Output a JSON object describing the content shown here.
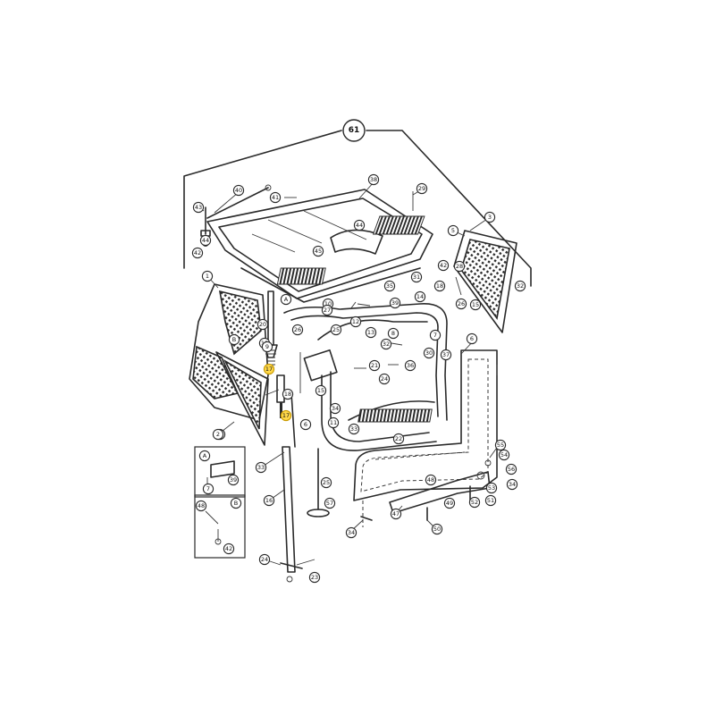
{
  "callouts": [
    {
      "label": "61",
      "size": "big"
    },
    {
      "label": "40"
    },
    {
      "label": "41"
    },
    {
      "label": "43"
    },
    {
      "label": "44"
    },
    {
      "label": "42"
    },
    {
      "label": "38"
    },
    {
      "label": "29"
    },
    {
      "label": "44"
    },
    {
      "label": "45"
    },
    {
      "label": "1"
    },
    {
      "label": "3"
    },
    {
      "label": "5"
    },
    {
      "label": "28"
    },
    {
      "label": "42"
    },
    {
      "label": "2"
    },
    {
      "label": "32"
    },
    {
      "label": "18"
    },
    {
      "label": "31"
    },
    {
      "label": "35"
    },
    {
      "label": "26"
    },
    {
      "label": "A"
    },
    {
      "label": "14"
    },
    {
      "label": "15"
    },
    {
      "label": "39"
    },
    {
      "label": "10"
    },
    {
      "label": "27"
    },
    {
      "label": "20"
    },
    {
      "label": "12"
    },
    {
      "label": "8"
    },
    {
      "label": "26"
    },
    {
      "label": "25"
    },
    {
      "label": "13"
    },
    {
      "label": "7"
    },
    {
      "label": "32"
    },
    {
      "label": "6"
    },
    {
      "label": "B"
    },
    {
      "label": "19"
    },
    {
      "label": "9"
    },
    {
      "label": "30"
    },
    {
      "label": "37"
    },
    {
      "label": "17",
      "highlight": true
    },
    {
      "label": "21"
    },
    {
      "label": "36"
    },
    {
      "label": "24"
    },
    {
      "label": "18"
    },
    {
      "label": "15"
    },
    {
      "label": "34"
    },
    {
      "label": "17",
      "highlight": true
    },
    {
      "label": "6"
    },
    {
      "label": "11"
    },
    {
      "label": "33"
    },
    {
      "label": "22"
    },
    {
      "label": "2"
    },
    {
      "label": "33"
    },
    {
      "label": "55"
    },
    {
      "label": "54"
    },
    {
      "label": "56"
    },
    {
      "label": "34"
    },
    {
      "label": "53"
    },
    {
      "label": "51"
    },
    {
      "label": "52"
    },
    {
      "label": "48"
    },
    {
      "label": "49"
    },
    {
      "label": "47"
    },
    {
      "label": "50"
    },
    {
      "label": "25"
    },
    {
      "label": "57"
    },
    {
      "label": "16"
    },
    {
      "label": "34"
    },
    {
      "label": "A"
    },
    {
      "label": "7"
    },
    {
      "label": "39"
    },
    {
      "label": "48"
    },
    {
      "label": "B"
    },
    {
      "label": "42"
    },
    {
      "label": "24"
    },
    {
      "label": "23"
    }
  ]
}
